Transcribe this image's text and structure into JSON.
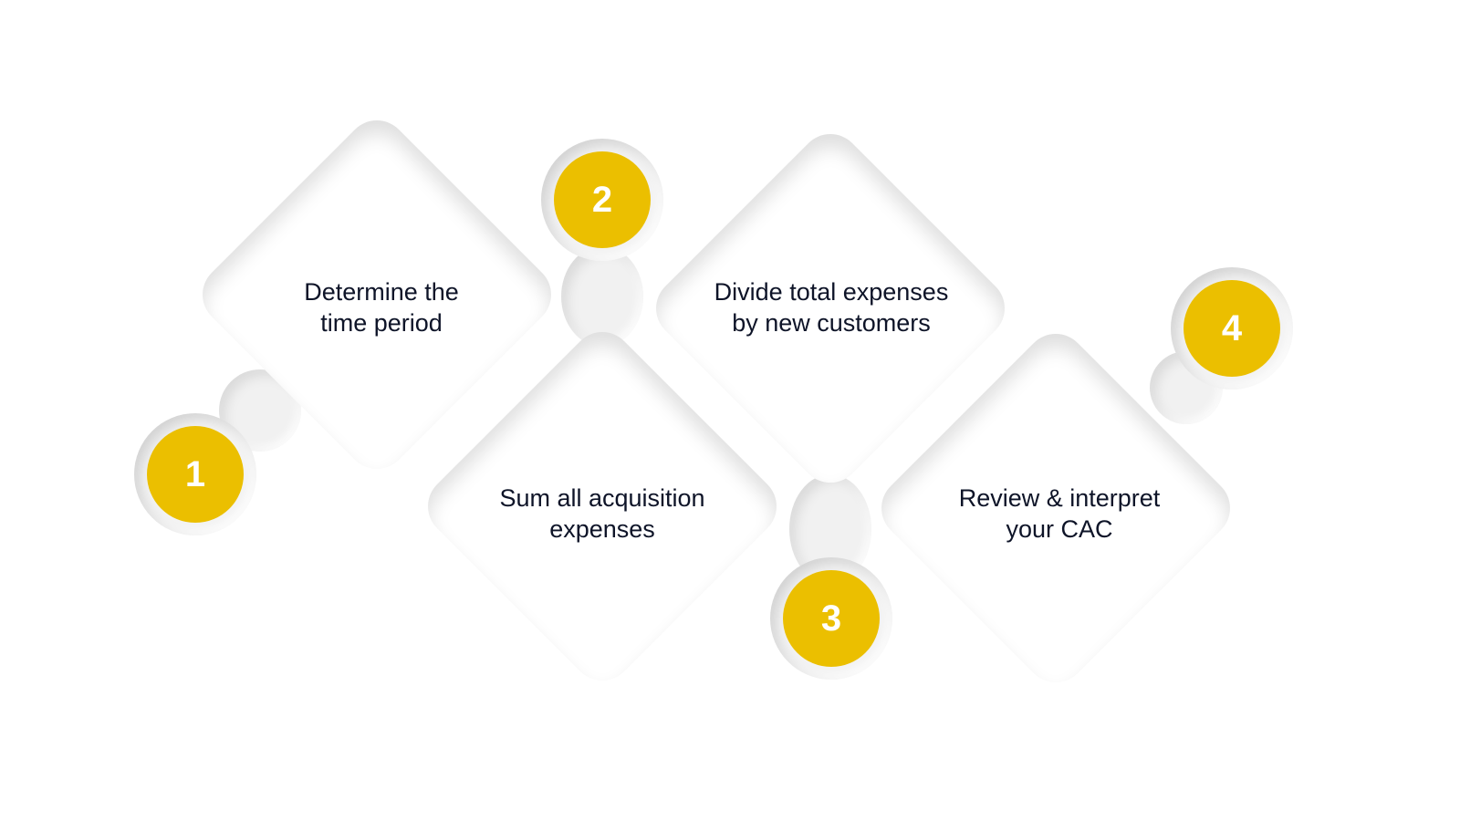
{
  "diagram": {
    "title": "",
    "accent_color": "#ebbf00",
    "text_color": "#0e1428",
    "steps": [
      {
        "number": "1",
        "label_line1": "Determine the",
        "label_line2": "time period"
      },
      {
        "number": "2",
        "label_line1": "Sum all acquisition",
        "label_line2": "expenses"
      },
      {
        "number": "3",
        "label_line1": "Divide total expenses",
        "label_line2": "by new customers"
      },
      {
        "number": "4",
        "label_line1": "Review & interpret",
        "label_line2": "your CAC"
      }
    ]
  }
}
